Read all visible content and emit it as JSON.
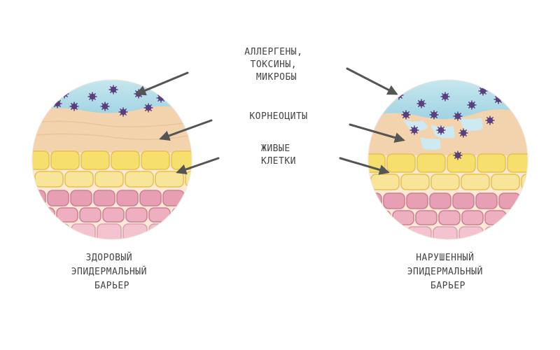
{
  "labels": {
    "allergens": [
      "АЛЛЕРГЕНЫ,",
      "ТОКСИНЫ,",
      "МИКРОБЫ"
    ],
    "corneocytes": [
      "КОРНЕОЦИТЫ"
    ],
    "living_cells": [
      "ЖИВЫЕ",
      "КЛЕТКИ"
    ]
  },
  "captions": {
    "healthy": [
      "ЗДОРОВЫЙ",
      "ЭПИДЕРМАЛЬНЫЙ",
      "БАРЬЕР"
    ],
    "damaged": [
      "НАРУШЕННЫЙ",
      "ЭПИДЕРМАЛЬНЫЙ",
      "БАРЬЕР"
    ]
  },
  "colors": {
    "sky": "#a8d8e6",
    "corneocyte": "#f2d3ad",
    "living_cell": "#f7df6e",
    "basal_cell": "#e7a0b3",
    "microbe": "#5a3f7e",
    "arrow": "#555555",
    "text": "#444444"
  },
  "icons": {
    "microbe": "microbe-icon",
    "arrow": "pointer-arrow-icon"
  }
}
